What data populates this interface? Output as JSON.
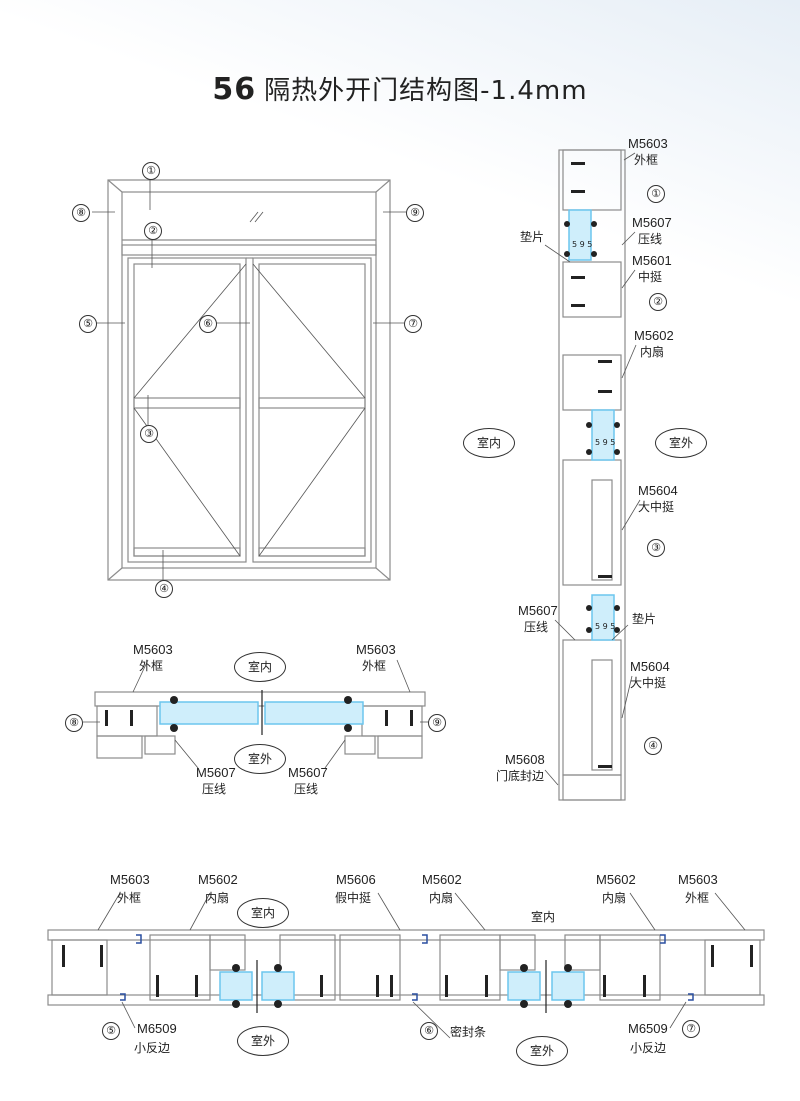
{
  "title": {
    "number": "56",
    "text": "隔热外开门结构图-1.4mm"
  },
  "elevation": {
    "markers": [
      "①",
      "②",
      "③",
      "④",
      "⑤",
      "⑥",
      "⑦",
      "⑧",
      "⑨"
    ]
  },
  "vertical_section": {
    "labels": [
      {
        "code": "M5603",
        "name": "外框"
      },
      {
        "code": "M5607",
        "name": "压线"
      },
      {
        "code": "M5601",
        "name": "中挺"
      },
      {
        "code": "M5602",
        "name": "内扇"
      },
      {
        "code": "M5604",
        "name": "大中挺"
      },
      {
        "code": "M5607",
        "name": "压线"
      },
      {
        "code": "M5604",
        "name": "大中挺"
      },
      {
        "code": "M5608",
        "name": "门底封边"
      }
    ],
    "spacers": [
      "垫片",
      "垫片"
    ],
    "markers": [
      "①",
      "②",
      "③",
      "④"
    ],
    "inside": "室内",
    "outside": "室外",
    "glass_dims": "5 9 5"
  },
  "horizontal_section": {
    "labels": [
      {
        "code": "M5603",
        "name": "外框"
      },
      {
        "code": "M5603",
        "name": "外框"
      },
      {
        "code": "M5607",
        "name": "压线"
      },
      {
        "code": "M5607",
        "name": "压线"
      }
    ],
    "markers": [
      "⑧",
      "⑨"
    ],
    "inside": "室内",
    "outside": "室外"
  },
  "bottom_section": {
    "labels": [
      {
        "code": "M5603",
        "name": "外框"
      },
      {
        "code": "M5602",
        "name": "内扇"
      },
      {
        "code": "M5606",
        "name": "假中挺"
      },
      {
        "code": "M5602",
        "name": "内扇"
      },
      {
        "code": "M5602",
        "name": "内扇"
      },
      {
        "code": "M5603",
        "name": "外框"
      },
      {
        "code": "M6509",
        "name": "小反边"
      },
      {
        "code": "M6509",
        "name": "小反边"
      }
    ],
    "seal": "密封条",
    "markers": [
      "⑤",
      "⑥",
      "⑦"
    ],
    "inside": "室内",
    "outside": "室外"
  },
  "colors": {
    "profile": "#9a9a9a",
    "glass": "#6cc6ee",
    "gasket": "#222222",
    "gasket_blue": "#2a4fa0"
  }
}
